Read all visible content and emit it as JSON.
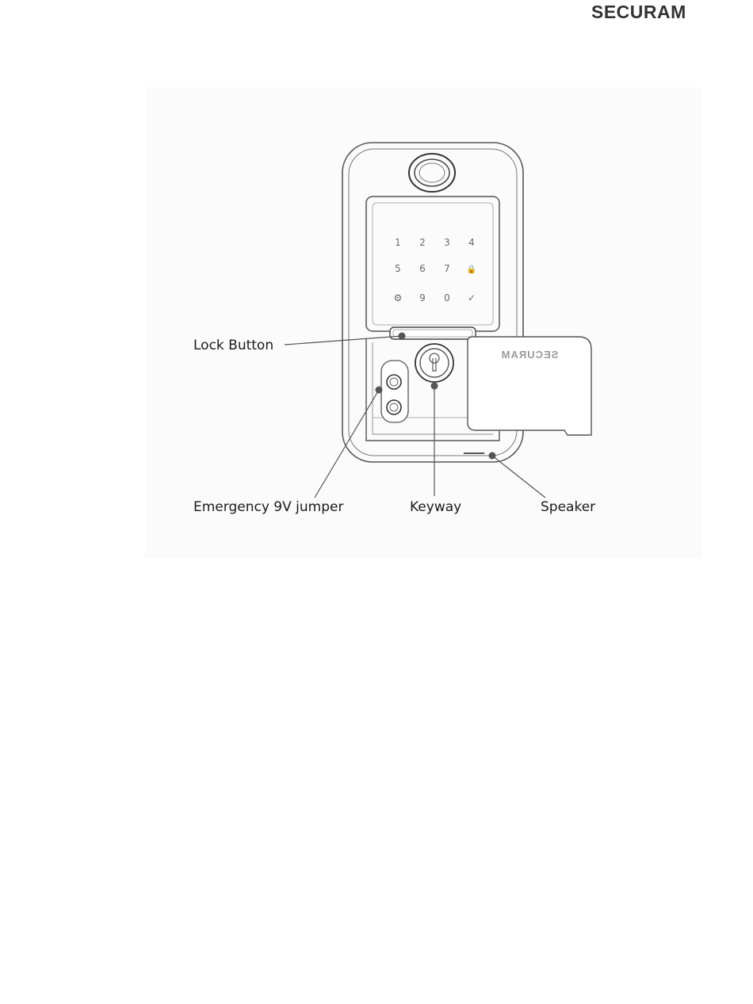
{
  "header": {
    "brand": "SECURAM"
  },
  "diagram": {
    "keypad": {
      "row1": [
        "1",
        "2",
        "3",
        "4"
      ],
      "row2": [
        "5",
        "6",
        "7",
        "🔒"
      ],
      "row3": [
        "⚙",
        "9",
        "0",
        "✓"
      ]
    },
    "cover_brand": "SECURAM",
    "callouts": {
      "lock_button": "Lock Button",
      "emergency_jumper": "Emergency 9V jumper",
      "keyway": "Keyway",
      "speaker": "Speaker"
    }
  }
}
